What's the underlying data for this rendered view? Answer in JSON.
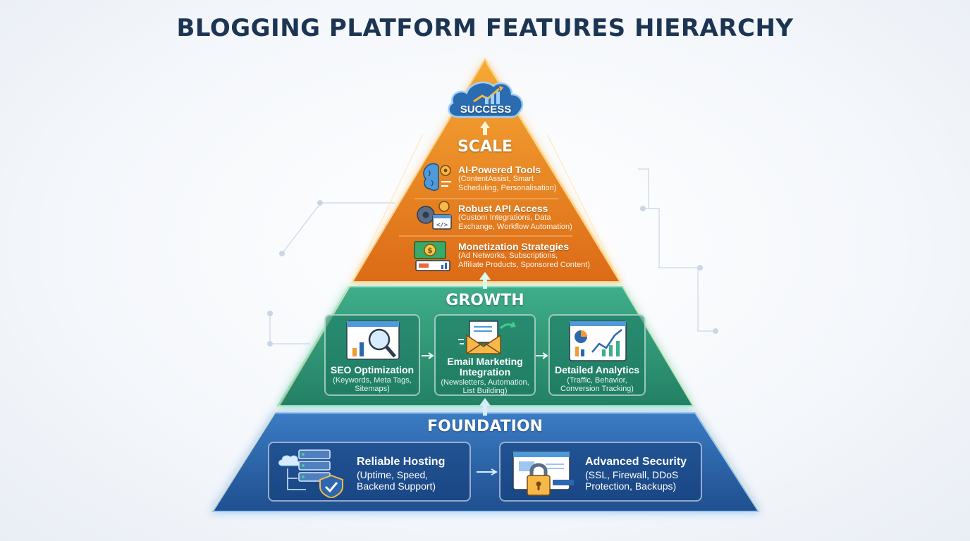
{
  "title": "BLOGGING PLATFORM FEATURES HIERARCHY",
  "peak": {
    "label": "SUCCESS"
  },
  "scale": {
    "label": "SCALE",
    "items": [
      {
        "title": "AI-Powered Tools",
        "desc": "(ContentAssist, Smart\nScheduling, Personalisation)",
        "icon": "brain-gear-icon"
      },
      {
        "title": "Robust API Access",
        "desc": "(Custom Integrations, Data\nExchange, Workflow Automation)",
        "icon": "gears-code-icon"
      },
      {
        "title": "Monetization Strategies",
        "desc": "(Ad Networks, Subscriptions,\nAffiliate Products, Sponsored Content)",
        "icon": "money-icon"
      }
    ]
  },
  "growth": {
    "label": "GROWTH",
    "items": [
      {
        "title": "SEO Optimization",
        "desc": "(Keywords, Meta Tags,\nSitemaps)",
        "icon": "seo-magnifier-icon"
      },
      {
        "title": "Email Marketing\nIntegration",
        "desc": "(Newsletters, Automation,\nList Building)",
        "icon": "email-icon"
      },
      {
        "title": "Detailed Analytics",
        "desc": "(Traffic, Behavior,\nConversion Tracking)",
        "icon": "analytics-chart-icon"
      }
    ]
  },
  "foundation": {
    "label": "FOUNDATION",
    "items": [
      {
        "title": "Reliable Hosting",
        "desc": "(Uptime, Speed,\nBackend Support)",
        "icon": "server-shield-icon"
      },
      {
        "title": "Advanced Security",
        "desc": "(SSL, Firewall, DDoS\nProtection, Backups)",
        "icon": "padlock-icon"
      }
    ]
  },
  "colors": {
    "title": "#1c3553",
    "scale": "#e9861f",
    "growth": "#2f9e7d",
    "foundation": "#2c67b0"
  }
}
